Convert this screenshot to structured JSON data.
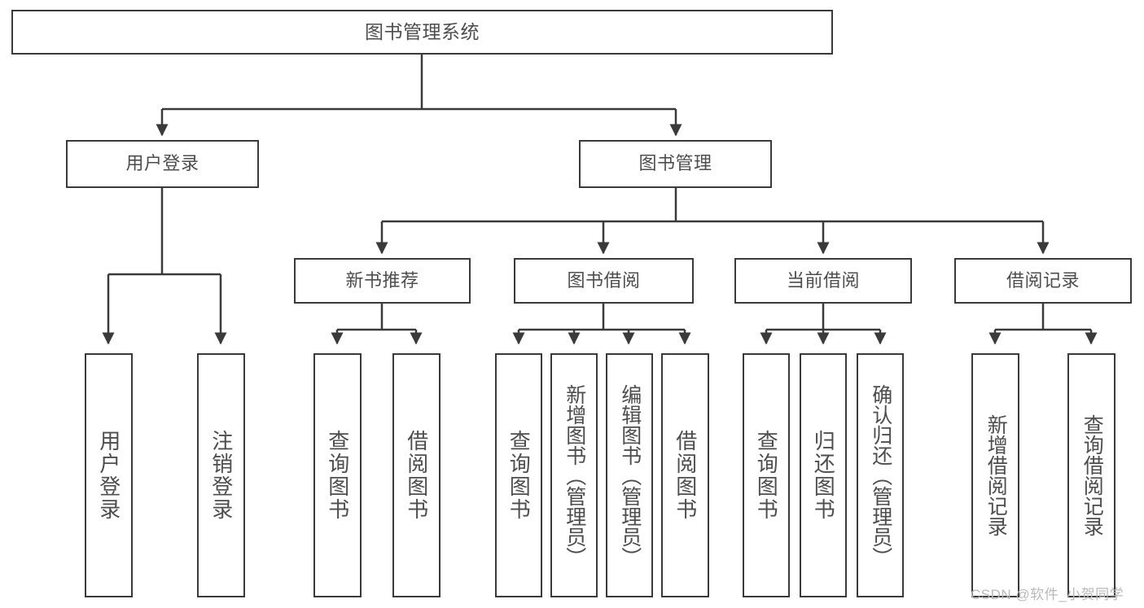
{
  "diagram": {
    "title": "图书管理系统",
    "type": "tree-hierarchy",
    "root": {
      "label": "图书管理系统"
    },
    "level2": [
      {
        "label": "用户登录"
      },
      {
        "label": "图书管理"
      }
    ],
    "level3": [
      {
        "label": "新书推荐"
      },
      {
        "label": "图书借阅"
      },
      {
        "label": "当前借阅"
      },
      {
        "label": "借阅记录"
      }
    ],
    "leaves_user_login": [
      {
        "label": "用户登录"
      },
      {
        "label": "注销登录"
      }
    ],
    "leaves_new_books": [
      {
        "label": "查询图书"
      },
      {
        "label": "借阅图书"
      }
    ],
    "leaves_borrow": [
      {
        "label": "查询图书"
      },
      {
        "label": "新增图书（管理员）"
      },
      {
        "label": "编辑图书（管理员）"
      },
      {
        "label": "借阅图书"
      }
    ],
    "leaves_current": [
      {
        "label": "查询图书"
      },
      {
        "label": "归还图书"
      },
      {
        "label": "确认归还（管理员）"
      }
    ],
    "leaves_records": [
      {
        "label": "新增借阅记录"
      },
      {
        "label": "查询借阅记录"
      }
    ]
  },
  "watermark": {
    "text": "CSDN @软件_小贺同学"
  },
  "colors": {
    "stroke": "#3a3a3a",
    "text": "#4d4d4d",
    "background": "#ffffff",
    "watermark": "#b9b9b9"
  }
}
